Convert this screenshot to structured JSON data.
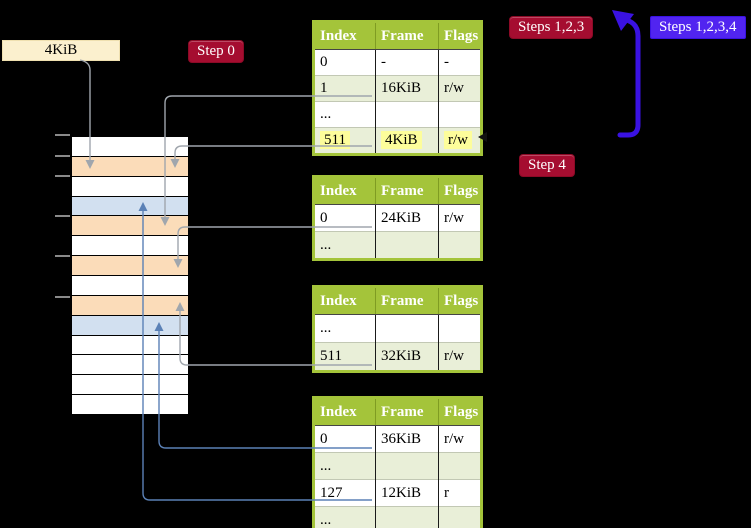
{
  "labels": {
    "frame_size_label": "4KiB",
    "step0": "Step 0",
    "steps123": "Steps 1,2,3",
    "steps1234": "Steps 1,2,3,4",
    "step4": "Step 4"
  },
  "table_columns": [
    "Index",
    "Frame",
    "Flags"
  ],
  "tables": [
    {
      "name": "page-table-level-4",
      "rows": [
        {
          "index": "0",
          "frame": "-",
          "flags": "-",
          "highlight": false
        },
        {
          "index": "1",
          "frame": "16KiB",
          "flags": "r/w",
          "highlight": false
        },
        {
          "index": "...",
          "frame": "",
          "flags": "",
          "highlight": false
        },
        {
          "index": "511",
          "frame": "4KiB",
          "flags": "r/w",
          "highlight": true
        }
      ]
    },
    {
      "name": "page-table-level-3",
      "rows": [
        {
          "index": "0",
          "frame": "24KiB",
          "flags": "r/w",
          "highlight": false
        },
        {
          "index": "...",
          "frame": "",
          "flags": "",
          "highlight": false
        }
      ]
    },
    {
      "name": "page-table-level-2",
      "rows": [
        {
          "index": "...",
          "frame": "",
          "flags": "",
          "highlight": false
        },
        {
          "index": "511",
          "frame": "32KiB",
          "flags": "r/w",
          "highlight": false
        }
      ]
    },
    {
      "name": "page-table-level-1",
      "rows": [
        {
          "index": "0",
          "frame": "36KiB",
          "flags": "r/w",
          "highlight": false
        },
        {
          "index": "...",
          "frame": "",
          "flags": "",
          "highlight": false
        },
        {
          "index": "127",
          "frame": "12KiB",
          "flags": "r",
          "highlight": false
        },
        {
          "index": "...",
          "frame": "",
          "flags": "",
          "highlight": false
        }
      ]
    }
  ],
  "memory_column": {
    "rows": [
      "empty",
      "pagetable",
      "empty",
      "data",
      "pagetable",
      "empty",
      "pagetable",
      "empty",
      "pagetable",
      "data",
      "empty",
      "empty",
      "empty",
      "empty"
    ]
  },
  "colors": {
    "background": "#000000",
    "table_header_green": "#a4c43a",
    "table_alt_row_green": "#e9efd8",
    "highlight_yellow": "#fdfd9b",
    "frame_label_cream": "#fbf0ce",
    "step_badge_red": "#a50d30",
    "step_badge_blue": "#5124f0",
    "memory_pagetable_peach": "#fbdcb9",
    "memory_data_blue": "#d2e0f0",
    "connector_gray": "#a0a6ad",
    "connector_blue": "#5b81b6",
    "big_arrow_blue": "#3a12e2"
  }
}
